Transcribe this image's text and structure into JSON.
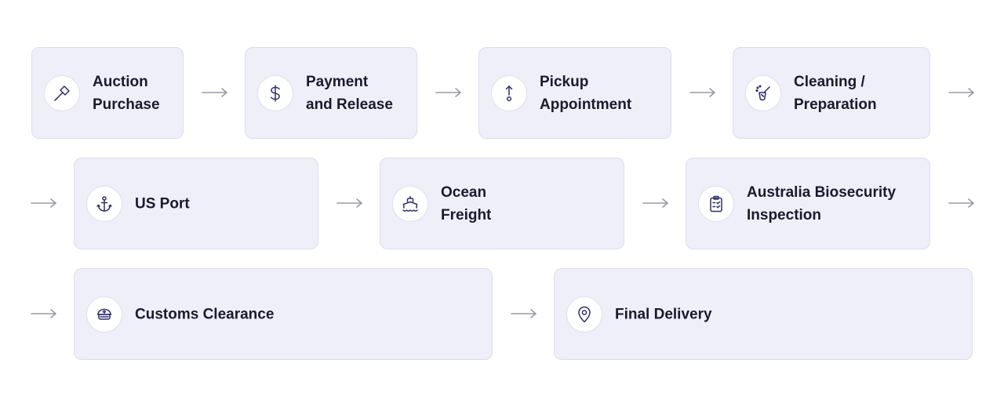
{
  "steps": [
    {
      "line1": "Auction",
      "line2": "Purchase",
      "icon": "gavel-icon"
    },
    {
      "line1": "Payment",
      "line2": "and Release",
      "icon": "dollar-icon"
    },
    {
      "line1": "Pickup",
      "line2": "Appointment",
      "icon": "pickup-icon"
    },
    {
      "line1": "Cleaning /",
      "line2": "Preparation",
      "icon": "cleaning-spray-icon"
    },
    {
      "line1": "US Port",
      "line2": "",
      "icon": "anchor-icon"
    },
    {
      "line1": "Ocean",
      "line2": "Freight",
      "icon": "ship-icon"
    },
    {
      "line1": "Australia Biosecurity",
      "line2": "Inspection",
      "icon": "clipboard-check-icon"
    },
    {
      "line1": "Customs Clearance",
      "line2": "",
      "icon": "customs-cap-icon"
    },
    {
      "line1": "Final Delivery",
      "line2": "",
      "icon": "location-pin-icon"
    }
  ],
  "colors": {
    "card_bg": "#efeffa",
    "card_border": "#dcdcf0",
    "icon_stroke": "#2e2f6e",
    "arrow": "#9a9aa6",
    "text": "#1a1a2e"
  }
}
